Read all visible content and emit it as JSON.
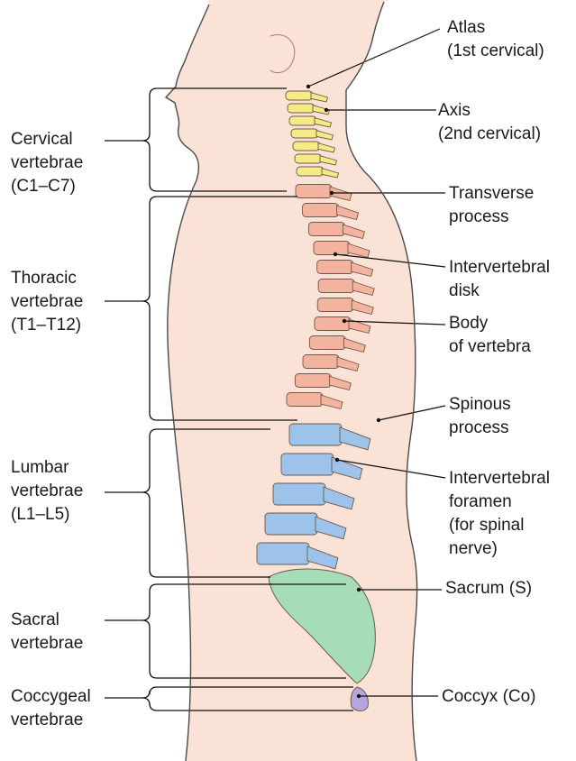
{
  "colors": {
    "skin": "#fbe2d6",
    "skin_outline": "#4a4a4a",
    "cervical": "#f6ea86",
    "thoracic": "#f4b39e",
    "lumbar": "#9dc3ea",
    "sacrum": "#a6dcb6",
    "coccyx": "#b7a6dc",
    "bone_outline": "#6b5a4a",
    "leader": "#111111"
  },
  "regions": [
    {
      "id": "cervical",
      "lines": [
        "Cervical",
        "vertebrae",
        "(C1–C7)"
      ]
    },
    {
      "id": "thoracic",
      "lines": [
        "Thoracic",
        "vertebrae",
        "(T1–T12)"
      ]
    },
    {
      "id": "lumbar",
      "lines": [
        "Lumbar",
        "vertebrae",
        "(L1–L5)"
      ]
    },
    {
      "id": "sacral",
      "lines": [
        "Sacral",
        "vertebrae"
      ]
    },
    {
      "id": "coccygeal",
      "lines": [
        "Coccygeal",
        "vertebrae"
      ]
    }
  ],
  "parts": [
    {
      "id": "atlas",
      "lines": [
        "Atlas",
        "(1st cervical)"
      ]
    },
    {
      "id": "axis",
      "lines": [
        "Axis",
        "(2nd cervical)"
      ]
    },
    {
      "id": "transverse-process",
      "lines": [
        "Transverse",
        "process"
      ]
    },
    {
      "id": "intervertebral-disk",
      "lines": [
        "Intervertebral",
        "disk"
      ]
    },
    {
      "id": "body-of-vertebra",
      "lines": [
        "Body",
        "of vertebra"
      ]
    },
    {
      "id": "spinous-process",
      "lines": [
        "Spinous",
        "process"
      ]
    },
    {
      "id": "intervertebral-foramen",
      "lines": [
        "Intervertebral",
        "foramen",
        "(for spinal",
        "nerve)"
      ]
    },
    {
      "id": "sacrum",
      "lines": [
        "Sacrum (S)"
      ]
    },
    {
      "id": "coccyx",
      "lines": [
        "Coccyx (Co)"
      ]
    }
  ]
}
